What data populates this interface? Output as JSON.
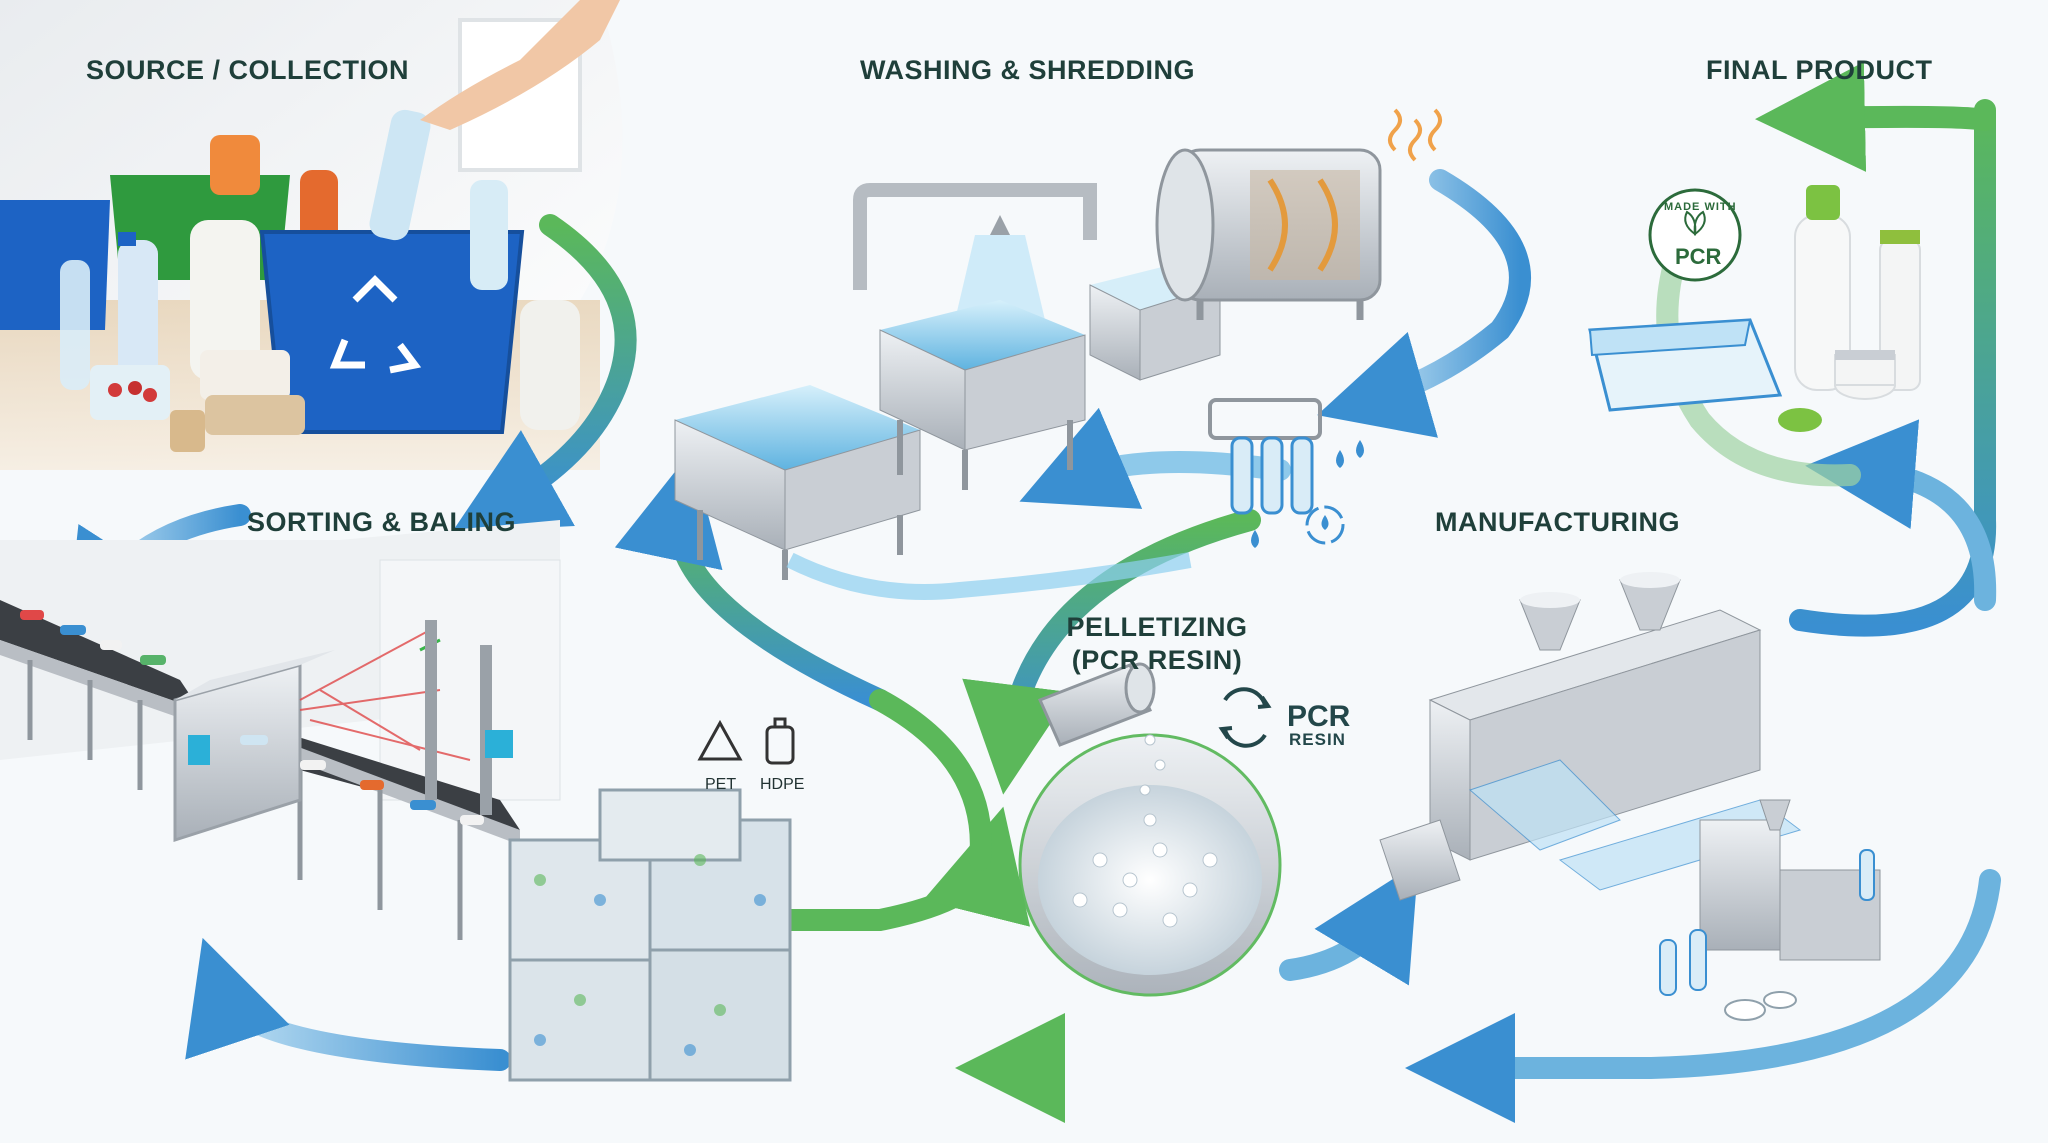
{
  "stages": {
    "source": "SOURCE / COLLECTION",
    "washing": "WASHING & SHREDDING",
    "final": "FINAL PRODUCT",
    "sorting": "SORTING & BALING",
    "manufacturing": "MANUFACTURING",
    "pelletizing_line1": "PELLETIZING",
    "pelletizing_line2": "(PCR RESIN)"
  },
  "badges": {
    "pcr_resin_big": "PCR",
    "pcr_resin_small": "RESIN",
    "resin_types": [
      "PET",
      "HDPE"
    ],
    "stamp_top": "MADE WITH",
    "stamp_main": "PCR"
  },
  "colors": {
    "flow_blue": "#3a8fd1",
    "flow_green": "#5bb85a",
    "text": "#1f3f3a",
    "bin_blue": "#1d63c4",
    "steel": "#c7ccd2",
    "water": "#8fd0f0"
  },
  "icons": {
    "recycle": "recycle-icon",
    "water_drop": "water-drop-icon",
    "cycle_arrows": "cycle-arrows-icon",
    "leaf": "leaf-icon"
  }
}
